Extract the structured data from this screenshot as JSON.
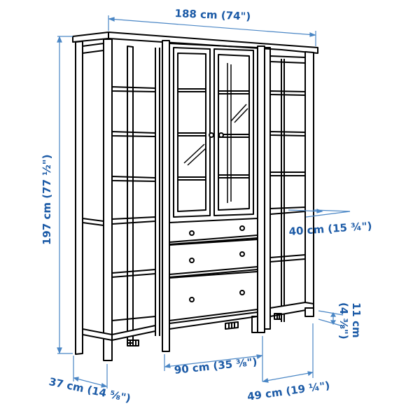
{
  "diagram": {
    "subject": "Storage combination with glass doors and drawers",
    "line_color": "#000000",
    "dimension_color": "#1b5aa6",
    "dimension_line_color": "#4a86c5",
    "dimensions": {
      "width_total": "188 cm (74\")",
      "height_total": "197 cm (77 ½\")",
      "depth_side": "40 cm (15 ¾\")",
      "leg_height_line1": "11 cm",
      "leg_height_line2": "(4 ⅜\")",
      "width_middle": "90 cm (35 ⅜\")",
      "depth_left": "37 cm (14 ⅝\")",
      "depth_right": "49 cm (19 ¼\")"
    },
    "components": {
      "left_unit": "open shelving unit with 5 shelves",
      "middle_unit": "glass-door cabinet with 2 doors and 3 drawers",
      "right_unit": "open shelving unit with 6 shelves"
    }
  }
}
